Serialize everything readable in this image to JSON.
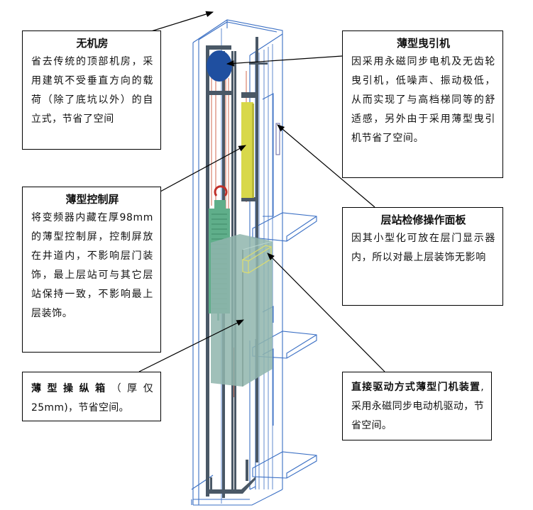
{
  "callouts": {
    "machine_room_less": {
      "title": "无机房",
      "body": "省去传统的顶部机房，采用建筑不受垂直方向的载荷（除了底坑以外）的自立式，节省了空间"
    },
    "thin_traction_machine": {
      "title": "薄型曳引机",
      "body": "因采用永磁同步电机及无齿轮曳引机，低噪声、振动极低，从而实现了与高档梯同等的舒适感，另外由于采用薄型曳引机节省了空间。"
    },
    "thin_control_panel": {
      "title": "薄型控制屏",
      "body": "将变频器内藏在厚98mm的薄型控制屏，控制屏放在井道内，不影响层门装饰，最上层站可与其它层站保持一致，不影响最上层装饰。"
    },
    "landing_inspection_panel": {
      "title": "层站检修操作面板",
      "body": "因其小型化可放在层门显示器内，所以对最上层装饰无影响"
    },
    "thin_car_operating_panel": {
      "title": "薄型操纵箱",
      "body": "（厚仅25mm)，节省空间。"
    },
    "direct_drive_door_operator": {
      "title": "直接驱动方式薄型门机装置",
      "body": ",采用永磁同步电动机驱动，节省空间。"
    }
  },
  "illustration": {
    "subject": "machine-room-less elevator hoistway",
    "colors": {
      "wireframe": "#3a6fc4",
      "rail": "#4a5866",
      "traction_sheave": "#1f4fa0",
      "counterweight": "#d8d84a",
      "control_panel": "#5fae8a",
      "car": "#8fb5ad",
      "rope": "#d9826e",
      "door_operator": "#e8ec9a",
      "arrow": "#000000"
    }
  }
}
